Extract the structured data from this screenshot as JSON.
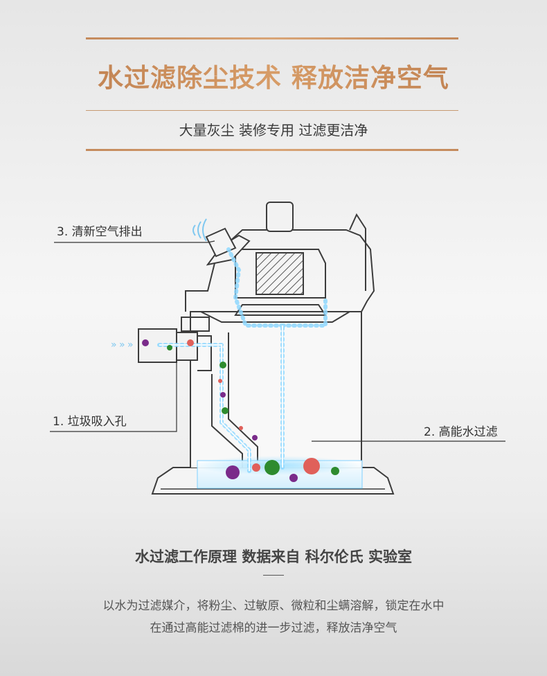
{
  "header": {
    "title": "水过滤除尘技术 释放洁净空气",
    "subtitle": "大量灰尘 装修专用 过滤更洁净"
  },
  "diagram": {
    "callouts": {
      "exhaust": "3. 清新空气排出",
      "intake": "1. 垃圾吸入孔",
      "filter": "2. 高能水过滤"
    }
  },
  "footer": {
    "title": "水过滤工作原理 数据来自 科尔伦氏 实验室",
    "lines": [
      "以水为过滤媒介，将粉尘、过敏原、微粒和尘螨溶解，锁定在水中",
      "在通过高能过滤棉的进一步过滤，释放洁净空气"
    ]
  },
  "colors": {
    "accent": "#c48a5c",
    "airflow": "#7fd0ff",
    "germ_green": "#2e8b2e",
    "germ_purple": "#7a2b8a",
    "germ_red": "#e0605a"
  }
}
